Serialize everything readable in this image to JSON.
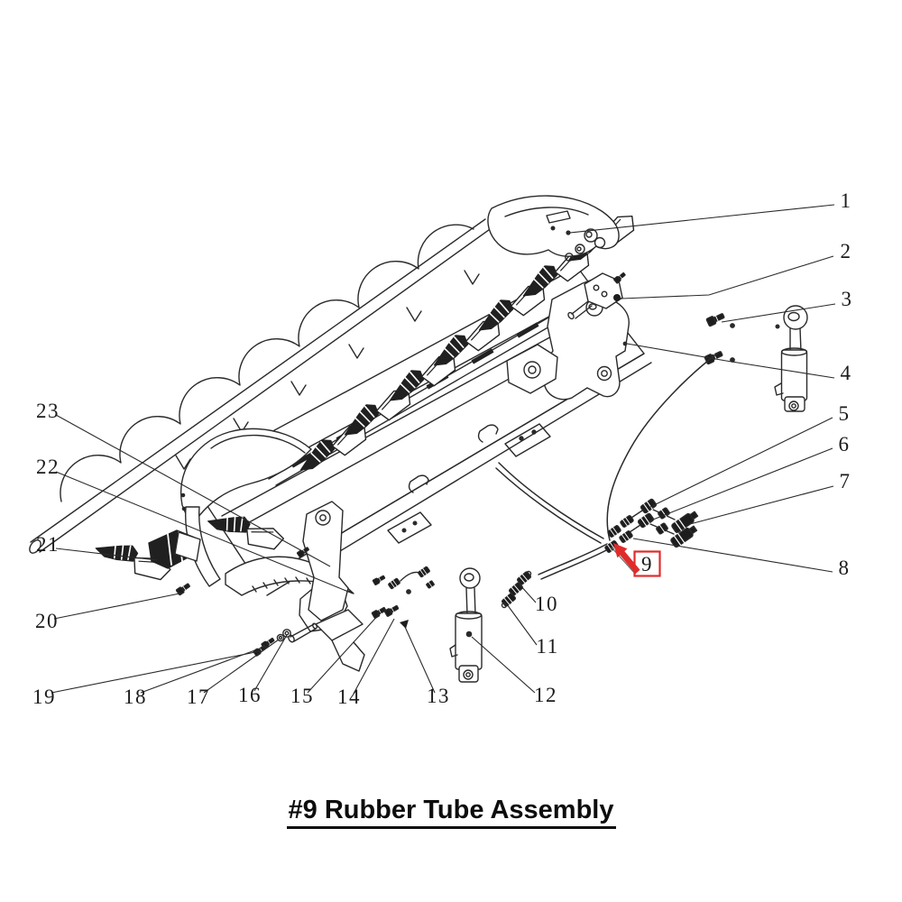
{
  "diagram": {
    "type": "exploded-parts-diagram",
    "title": "#9 Rubber Tube Assembly",
    "highlighted_part": "9",
    "callout_labels": [
      "1",
      "2",
      "3",
      "4",
      "5",
      "6",
      "7",
      "8",
      "9",
      "10",
      "11",
      "12",
      "13",
      "14",
      "15",
      "16",
      "17",
      "18",
      "19",
      "20",
      "21",
      "22",
      "23"
    ],
    "colors": {
      "line": "#2a2a2a",
      "accent_red": "#e02b2b",
      "background": "#ffffff",
      "number": "#1b1b1b"
    }
  }
}
